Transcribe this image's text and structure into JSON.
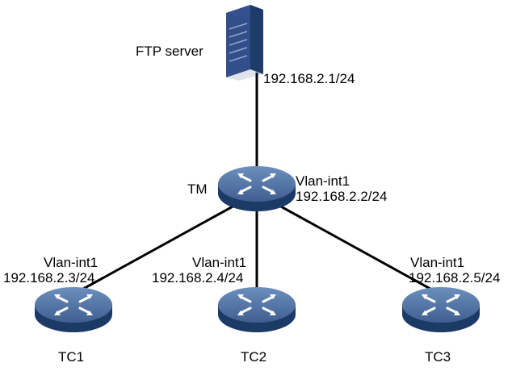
{
  "colors": {
    "link": "#000000",
    "device_top": "#4d6f9c",
    "device_side": "#1c3a66",
    "server_front": "#34508d"
  },
  "nodes": {
    "ftp": {
      "name": "FTP server",
      "ip": "192.168.2.1/24",
      "icon": "server-icon"
    },
    "tm": {
      "name": "TM",
      "iface": "Vlan-int1",
      "ip": "192.168.2.2/24",
      "icon": "switch-icon"
    },
    "tc1": {
      "name": "TC1",
      "iface": "Vlan-int1",
      "ip": "192.168.2.3/24",
      "icon": "switch-icon"
    },
    "tc2": {
      "name": "TC2",
      "iface": "Vlan-int1",
      "ip": "192.168.2.4/24",
      "icon": "switch-icon"
    },
    "tc3": {
      "name": "TC3",
      "iface": "Vlan-int1",
      "ip": "192.168.2.5/24",
      "icon": "switch-icon"
    }
  },
  "links": [
    {
      "from": "ftp",
      "to": "tm"
    },
    {
      "from": "tm",
      "to": "tc1"
    },
    {
      "from": "tm",
      "to": "tc2"
    },
    {
      "from": "tm",
      "to": "tc3"
    }
  ]
}
